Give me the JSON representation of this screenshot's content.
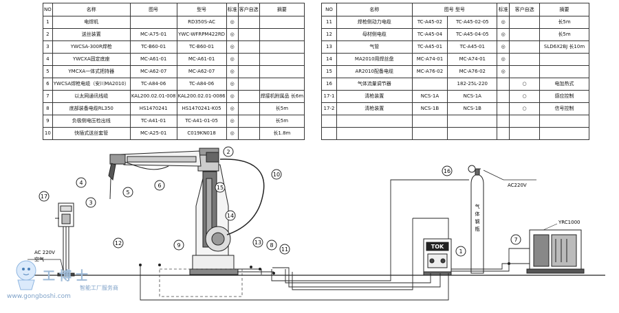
{
  "table_left": {
    "headers": [
      "NO",
      "名称",
      "图号",
      "型号",
      "标准",
      "客户自选",
      "摘要"
    ],
    "rows": [
      [
        "1",
        "电焊机",
        "",
        "RD350S-AC",
        "◎",
        "",
        ""
      ],
      [
        "2",
        "送丝装置",
        "MC-A75-01",
        "YWC-WFRPM422RD",
        "◎",
        "",
        ""
      ],
      [
        "3",
        "YWCSA-300R焊枪",
        "TC-B60-01",
        "TC-B60-01",
        "◎",
        "",
        ""
      ],
      [
        "4",
        "YWCXA固定底座",
        "MC-A61-01",
        "MC-A61-01",
        "◎",
        "",
        ""
      ],
      [
        "5",
        "YMCXA一体式把持器",
        "MC-A62-07",
        "MC-A62-07",
        "◎",
        "",
        ""
      ],
      [
        "6",
        "YWCSA焊枪电缆（安川MA2010）",
        "TC-A84-06",
        "TC-A84-06",
        "◎",
        "",
        ""
      ],
      [
        "7",
        "以太网通讯线缆",
        "KAL200.02.01-008",
        "KAL200.02.01-0086",
        "◎",
        "",
        "焊接机附属品 长6m"
      ],
      [
        "8",
        "底部装备电缆RL350",
        "HS1470241",
        "HS1470241-K05",
        "◎",
        "",
        "长5m"
      ],
      [
        "9",
        "负极侧电压检出线",
        "TC-A41-01",
        "TC-A41-01-05",
        "◎",
        "",
        "长5m"
      ],
      [
        "10",
        "快插式送丝套管",
        "MC-A25-01",
        "C019KN018",
        "◎",
        "",
        "长1.8m"
      ]
    ]
  },
  "table_right": {
    "headers": [
      "NO",
      "名称",
      "图号 型号",
      "标准",
      "客户自选",
      "摘要"
    ],
    "rows": [
      [
        "11",
        "焊枪侧动力电缆",
        "TC-A45-02",
        "TC-A45-02-05",
        "◎",
        "",
        "长5m"
      ],
      [
        "12",
        "母材侧电缆",
        "TC-A45-04",
        "TC-A45-04-05",
        "◎",
        "",
        "长5m"
      ],
      [
        "13",
        "气管",
        "TC-A45-01",
        "TC-A45-01",
        "◎",
        "",
        "SLD6X2BJ 长10m"
      ],
      [
        "14",
        "MA2010用焊丝盘",
        "MC-A74-01",
        "MC-A74-01",
        "◎",
        "",
        ""
      ],
      [
        "15",
        "AR2010配备电缆",
        "MC-A76-02",
        "MC-A76-02",
        "◎",
        "",
        ""
      ],
      [
        "16",
        "气体流量调节器",
        "",
        "182-25L-220",
        "",
        "○",
        "电加热式"
      ],
      [
        "17-1",
        "清枪装置",
        "NCS-1A",
        "NCS-1A",
        "",
        "○",
        "感应控制"
      ],
      [
        "17-2",
        "清枪装置",
        "NCS-1B",
        "NCS-1B",
        "",
        "○",
        "信号控制"
      ],
      [
        "",
        "",
        "",
        "",
        "",
        "",
        ""
      ],
      [
        "",
        "",
        "",
        "",
        "",
        "",
        ""
      ]
    ]
  },
  "diagram": {
    "callouts": [
      "1",
      "2",
      "3",
      "4",
      "5",
      "6",
      "7",
      "8",
      "9",
      "10",
      "11",
      "12",
      "13",
      "14",
      "15",
      "16",
      "17"
    ],
    "labels": {
      "ac220v_left": "AC 220V",
      "air": "空气",
      "ac220v_right": "AC220V",
      "gas_cylinder": [
        "气",
        "体",
        "钢",
        "瓶"
      ],
      "chiller": "YRC1000",
      "welder_badge": "TOK"
    }
  },
  "watermark": {
    "brand": "工博士",
    "url": "www.gongboshi.com",
    "tagline": "智能工厂服务商"
  }
}
